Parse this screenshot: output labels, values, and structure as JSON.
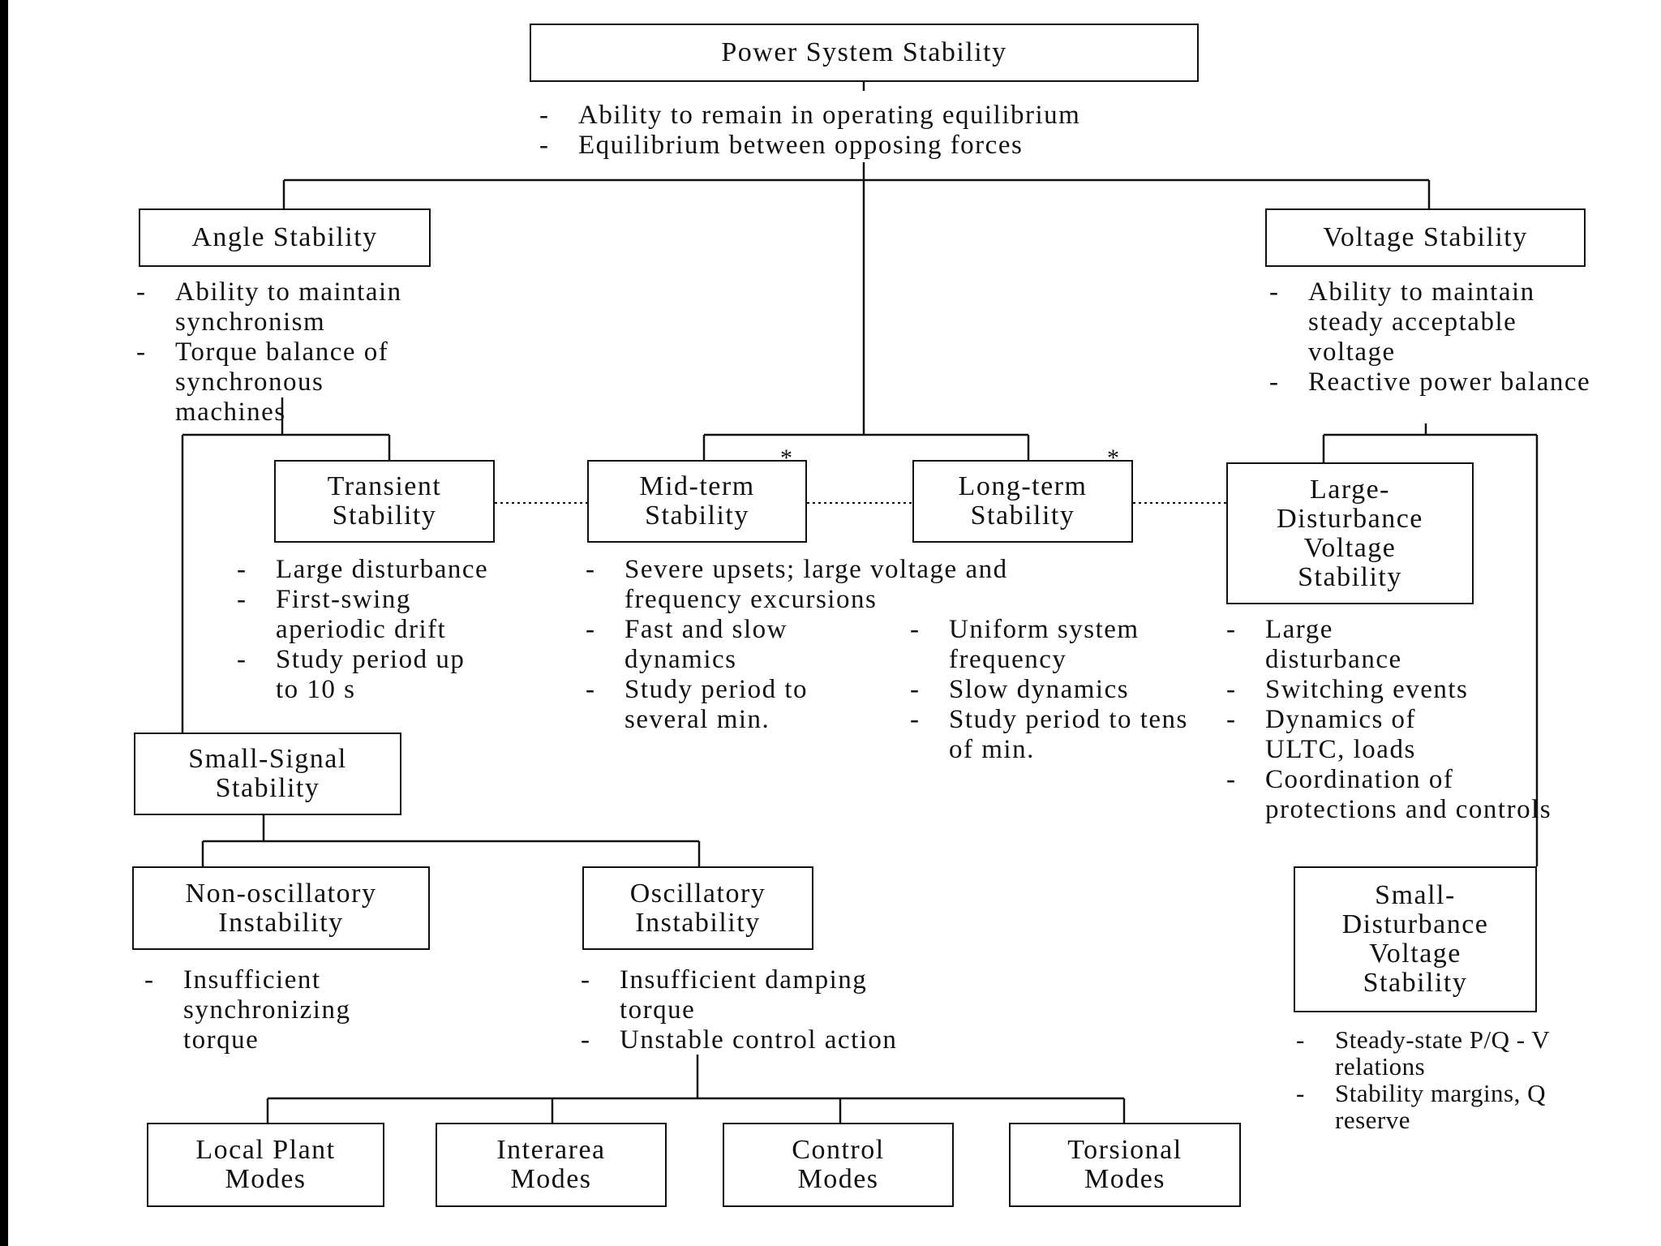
{
  "root": {
    "title": "Power System Stability",
    "notes": [
      "Ability to remain in operating equilibrium",
      "Equilibrium between opposing forces"
    ]
  },
  "angle": {
    "title": "Angle Stability",
    "notes": [
      "Ability to maintain synchronism",
      "Torque balance of synchronous machines"
    ]
  },
  "voltage": {
    "title": "Voltage Stability",
    "notes": [
      "Ability to maintain steady acceptable voltage",
      "Reactive power balance"
    ]
  },
  "transient": {
    "title": [
      "Transient",
      "Stability"
    ],
    "notes": [
      "Large disturbance",
      "First-swing aperiodic drift",
      "Study period up to 10 s"
    ]
  },
  "midterm": {
    "title": [
      "Mid-term",
      "Stability"
    ],
    "star": "*",
    "notes": [
      "Severe upsets; large voltage and frequency excursions",
      "Fast and slow dynamics",
      "Study period to several min."
    ]
  },
  "longterm": {
    "title": [
      "Long-term",
      "Stability"
    ],
    "star": "*",
    "notes": [
      "Uniform system frequency",
      "Slow dynamics",
      "Study period to tens of min."
    ]
  },
  "large_disturbance_voltage": {
    "title": [
      "Large-",
      "Disturbance",
      "Voltage",
      "Stability"
    ],
    "notes": [
      "Large disturbance",
      "Switching events",
      "Dynamics of ULTC, loads",
      "Coordination of protections and controls"
    ]
  },
  "small_signal": {
    "title": [
      "Small-Signal",
      "Stability"
    ]
  },
  "non_oscillatory": {
    "title": [
      "Non-oscillatory",
      "Instability"
    ],
    "notes": [
      "Insufficient synchronizing torque"
    ]
  },
  "oscillatory": {
    "title": [
      "Oscillatory",
      "Instability"
    ],
    "notes": [
      "Insufficient damping torque",
      "Unstable control action"
    ]
  },
  "small_disturbance_voltage": {
    "title": [
      "Small-",
      "Disturbance",
      "Voltage",
      "Stability"
    ],
    "notes": [
      "Steady-state P/Q - V relations",
      "Stability margins, Q reserve"
    ]
  },
  "modes": [
    [
      "Local Plant",
      "Modes"
    ],
    [
      "Interarea",
      "Modes"
    ],
    [
      "Control",
      "Modes"
    ],
    [
      "Torsional",
      "Modes"
    ]
  ]
}
